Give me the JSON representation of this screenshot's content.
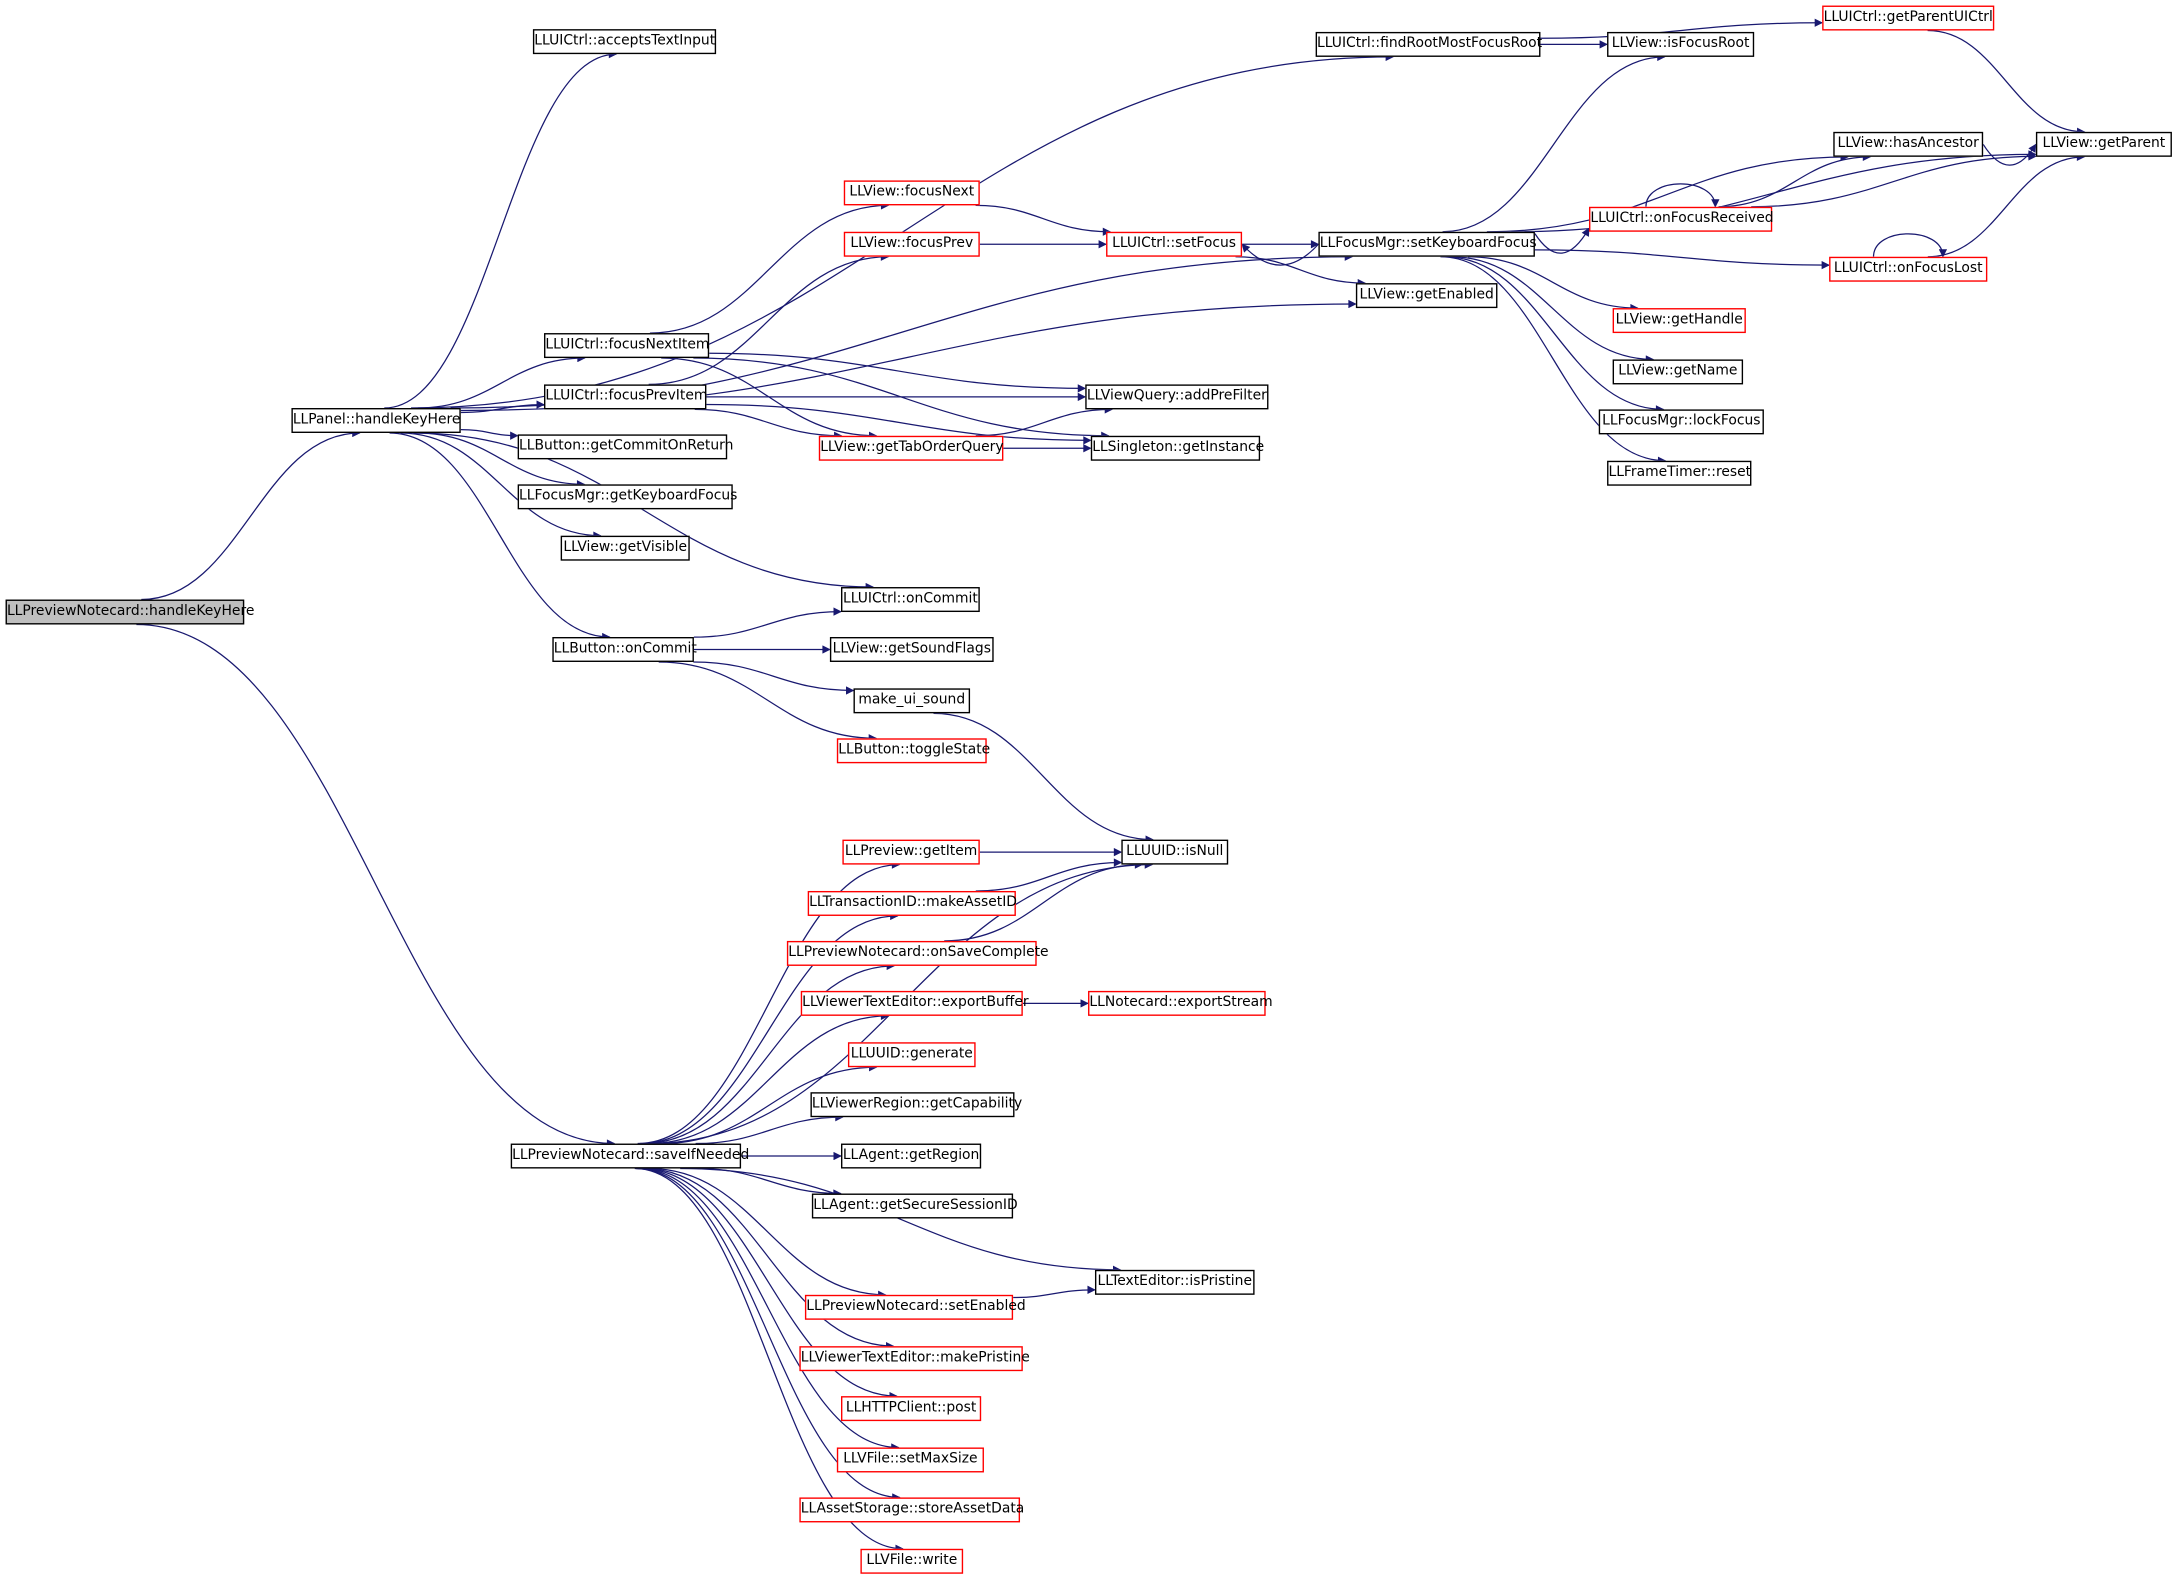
{
  "diagram": {
    "title": "",
    "colors": {
      "edge": "#191970",
      "node_border": "#000000",
      "node_border_incomplete": "#ff0000",
      "root_fill": "#bfbfbf"
    },
    "nodes": [
      {
        "id": "root",
        "label": "LLPreviewNotecard::handleKeyHere",
        "style": "root"
      },
      {
        "id": "panelHandleKey",
        "label": "LLPanel::handleKeyHere",
        "style": "black"
      },
      {
        "id": "acceptsTextInput",
        "label": "LLUICtrl::acceptsTextInput",
        "style": "black"
      },
      {
        "id": "findRootMostFocusRoot",
        "label": "LLUICtrl::findRootMostFocusRoot",
        "style": "black"
      },
      {
        "id": "getParentUICtrl",
        "label": "LLUICtrl::getParentUICtrl",
        "style": "red"
      },
      {
        "id": "isFocusRoot",
        "label": "LLView::isFocusRoot",
        "style": "black"
      },
      {
        "id": "getParent",
        "label": "LLView::getParent",
        "style": "black"
      },
      {
        "id": "hasAncestor",
        "label": "LLView::hasAncestor",
        "style": "black"
      },
      {
        "id": "focusNext",
        "label": "LLView::focusNext",
        "style": "red"
      },
      {
        "id": "focusPrev",
        "label": "LLView::focusPrev",
        "style": "red"
      },
      {
        "id": "setFocus",
        "label": "LLUICtrl::setFocus",
        "style": "red"
      },
      {
        "id": "setKeyboardFocus",
        "label": "LLFocusMgr::setKeyboardFocus",
        "style": "black"
      },
      {
        "id": "onFocusReceived",
        "label": "LLUICtrl::onFocusReceived",
        "style": "red"
      },
      {
        "id": "onFocusLost",
        "label": "LLUICtrl::onFocusLost",
        "style": "red"
      },
      {
        "id": "getEnabled",
        "label": "LLView::getEnabled",
        "style": "black"
      },
      {
        "id": "getHandle",
        "label": "LLView::getHandle",
        "style": "red"
      },
      {
        "id": "getName",
        "label": "LLView::getName",
        "style": "black"
      },
      {
        "id": "lockFocus",
        "label": "LLFocusMgr::lockFocus",
        "style": "black"
      },
      {
        "id": "frameReset",
        "label": "LLFrameTimer::reset",
        "style": "black"
      },
      {
        "id": "focusNextItem",
        "label": "LLUICtrl::focusNextItem",
        "style": "black"
      },
      {
        "id": "focusPrevItem",
        "label": "LLUICtrl::focusPrevItem",
        "style": "black"
      },
      {
        "id": "addPreFilter",
        "label": "LLViewQuery::addPreFilter",
        "style": "black"
      },
      {
        "id": "getTabOrderQuery",
        "label": "LLView::getTabOrderQuery",
        "style": "red"
      },
      {
        "id": "getInstance",
        "label": "LLSingleton::getInstance",
        "style": "black"
      },
      {
        "id": "getCommitOnReturn",
        "label": "LLButton::getCommitOnReturn",
        "style": "black"
      },
      {
        "id": "getKeyboardFocus",
        "label": "LLFocusMgr::getKeyboardFocus",
        "style": "black"
      },
      {
        "id": "getVisible",
        "label": "LLView::getVisible",
        "style": "black"
      },
      {
        "id": "uictrlOnCommit",
        "label": "LLUICtrl::onCommit",
        "style": "black"
      },
      {
        "id": "buttonOnCommit",
        "label": "LLButton::onCommit",
        "style": "black"
      },
      {
        "id": "getSoundFlags",
        "label": "LLView::getSoundFlags",
        "style": "black"
      },
      {
        "id": "makeUiSound",
        "label": "make_ui_sound",
        "style": "black"
      },
      {
        "id": "toggleState",
        "label": "LLButton::toggleState",
        "style": "red"
      },
      {
        "id": "isNull",
        "label": "LLUUID::isNull",
        "style": "black"
      },
      {
        "id": "getItem",
        "label": "LLPreview::getItem",
        "style": "red"
      },
      {
        "id": "makeAssetID",
        "label": "LLTransactionID::makeAssetID",
        "style": "red"
      },
      {
        "id": "onSaveComplete",
        "label": "LLPreviewNotecard::onSaveComplete",
        "style": "red"
      },
      {
        "id": "exportBuffer",
        "label": "LLViewerTextEditor::exportBuffer",
        "style": "red"
      },
      {
        "id": "exportStream",
        "label": "LLNotecard::exportStream",
        "style": "red"
      },
      {
        "id": "uuidGenerate",
        "label": "LLUUID::generate",
        "style": "red"
      },
      {
        "id": "getCapability",
        "label": "LLViewerRegion::getCapability",
        "style": "black"
      },
      {
        "id": "saveIfNeeded",
        "label": "LLPreviewNotecard::saveIfNeeded",
        "style": "black"
      },
      {
        "id": "getRegion",
        "label": "LLAgent::getRegion",
        "style": "black"
      },
      {
        "id": "getSecureSessionID",
        "label": "LLAgent::getSecureSessionID",
        "style": "black"
      },
      {
        "id": "isPristine",
        "label": "LLTextEditor::isPristine",
        "style": "black"
      },
      {
        "id": "setEnabled",
        "label": "LLPreviewNotecard::setEnabled",
        "style": "red"
      },
      {
        "id": "makePristine",
        "label": "LLViewerTextEditor::makePristine",
        "style": "red"
      },
      {
        "id": "httpPost",
        "label": "LLHTTPClient::post",
        "style": "red"
      },
      {
        "id": "setMaxSize",
        "label": "LLVFile::setMaxSize",
        "style": "red"
      },
      {
        "id": "storeAssetData",
        "label": "LLAssetStorage::storeAssetData",
        "style": "red"
      },
      {
        "id": "vfileWrite",
        "label": "LLVFile::write",
        "style": "red"
      }
    ],
    "edges": [
      [
        "root",
        "panelHandleKey"
      ],
      [
        "root",
        "saveIfNeeded"
      ],
      [
        "panelHandleKey",
        "acceptsTextInput"
      ],
      [
        "panelHandleKey",
        "findRootMostFocusRoot"
      ],
      [
        "panelHandleKey",
        "setKeyboardFocus"
      ],
      [
        "panelHandleKey",
        "getEnabled"
      ],
      [
        "panelHandleKey",
        "focusNextItem"
      ],
      [
        "panelHandleKey",
        "focusPrevItem"
      ],
      [
        "panelHandleKey",
        "getCommitOnReturn"
      ],
      [
        "panelHandleKey",
        "getKeyboardFocus"
      ],
      [
        "panelHandleKey",
        "getVisible"
      ],
      [
        "panelHandleKey",
        "uictrlOnCommit"
      ],
      [
        "panelHandleKey",
        "buttonOnCommit"
      ],
      [
        "findRootMostFocusRoot",
        "getParentUICtrl"
      ],
      [
        "findRootMostFocusRoot",
        "isFocusRoot"
      ],
      [
        "getParentUICtrl",
        "getParent"
      ],
      [
        "hasAncestor",
        "getParent"
      ],
      [
        "focusNext",
        "setFocus"
      ],
      [
        "focusPrev",
        "setFocus"
      ],
      [
        "setFocus",
        "getEnabled"
      ],
      [
        "setFocus",
        "setKeyboardFocus"
      ],
      [
        "setKeyboardFocus",
        "setFocus"
      ],
      [
        "setKeyboardFocus",
        "isFocusRoot"
      ],
      [
        "setKeyboardFocus",
        "getParent"
      ],
      [
        "setKeyboardFocus",
        "hasAncestor"
      ],
      [
        "setKeyboardFocus",
        "onFocusReceived"
      ],
      [
        "setKeyboardFocus",
        "onFocusLost"
      ],
      [
        "setKeyboardFocus",
        "getHandle"
      ],
      [
        "setKeyboardFocus",
        "getName"
      ],
      [
        "setKeyboardFocus",
        "lockFocus"
      ],
      [
        "setKeyboardFocus",
        "frameReset"
      ],
      [
        "onFocusReceived",
        "onFocusReceived"
      ],
      [
        "onFocusReceived",
        "hasAncestor"
      ],
      [
        "onFocusReceived",
        "getParent"
      ],
      [
        "onFocusLost",
        "onFocusLost"
      ],
      [
        "onFocusLost",
        "getParent"
      ],
      [
        "focusNextItem",
        "focusNext"
      ],
      [
        "focusNextItem",
        "addPreFilter"
      ],
      [
        "focusNextItem",
        "getTabOrderQuery"
      ],
      [
        "focusNextItem",
        "getInstance"
      ],
      [
        "focusPrevItem",
        "focusPrev"
      ],
      [
        "focusPrevItem",
        "addPreFilter"
      ],
      [
        "focusPrevItem",
        "getTabOrderQuery"
      ],
      [
        "focusPrevItem",
        "getInstance"
      ],
      [
        "getTabOrderQuery",
        "addPreFilter"
      ],
      [
        "getTabOrderQuery",
        "getInstance"
      ],
      [
        "buttonOnCommit",
        "uictrlOnCommit"
      ],
      [
        "buttonOnCommit",
        "getSoundFlags"
      ],
      [
        "buttonOnCommit",
        "makeUiSound"
      ],
      [
        "buttonOnCommit",
        "toggleState"
      ],
      [
        "makeUiSound",
        "isNull"
      ],
      [
        "getItem",
        "isNull"
      ],
      [
        "makeAssetID",
        "isNull"
      ],
      [
        "onSaveComplete",
        "isNull"
      ],
      [
        "exportBuffer",
        "exportStream"
      ],
      [
        "setEnabled",
        "isPristine"
      ],
      [
        "saveIfNeeded",
        "isNull"
      ],
      [
        "saveIfNeeded",
        "getItem"
      ],
      [
        "saveIfNeeded",
        "makeAssetID"
      ],
      [
        "saveIfNeeded",
        "onSaveComplete"
      ],
      [
        "saveIfNeeded",
        "exportBuffer"
      ],
      [
        "saveIfNeeded",
        "uuidGenerate"
      ],
      [
        "saveIfNeeded",
        "getCapability"
      ],
      [
        "saveIfNeeded",
        "getRegion"
      ],
      [
        "saveIfNeeded",
        "getSecureSessionID"
      ],
      [
        "saveIfNeeded",
        "isPristine"
      ],
      [
        "saveIfNeeded",
        "setEnabled"
      ],
      [
        "saveIfNeeded",
        "makePristine"
      ],
      [
        "saveIfNeeded",
        "httpPost"
      ],
      [
        "saveIfNeeded",
        "setMaxSize"
      ],
      [
        "saveIfNeeded",
        "storeAssetData"
      ],
      [
        "saveIfNeeded",
        "vfileWrite"
      ]
    ]
  }
}
